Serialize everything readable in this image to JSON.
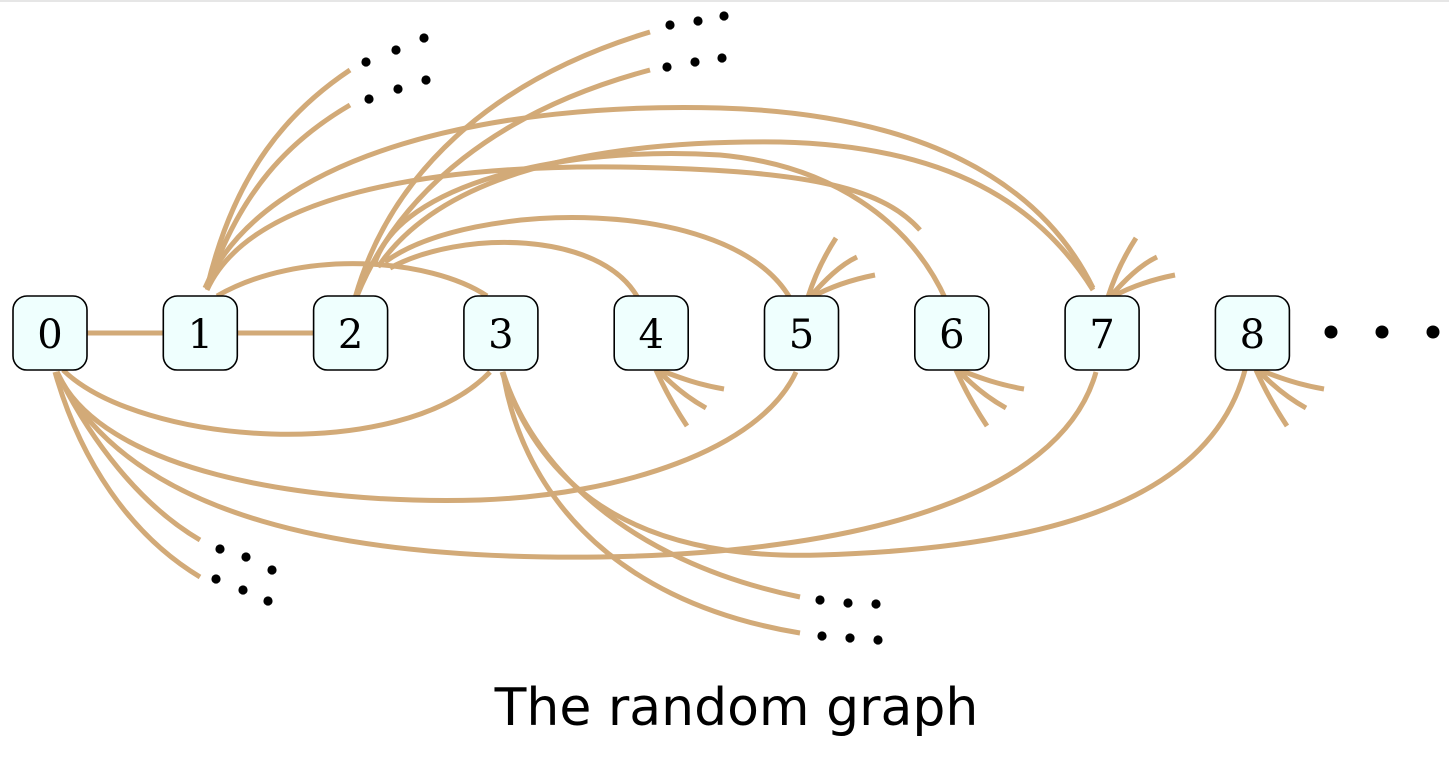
{
  "caption": "The random graph",
  "colors": {
    "edge": "#d2aa78",
    "node_fill": "#effffe",
    "node_stroke": "#000000",
    "text": "#000000"
  },
  "nodes": [
    {
      "id": 0,
      "label": "0"
    },
    {
      "id": 1,
      "label": "1"
    },
    {
      "id": 2,
      "label": "2"
    },
    {
      "id": 3,
      "label": "3"
    },
    {
      "id": 4,
      "label": "4"
    },
    {
      "id": 5,
      "label": "5"
    },
    {
      "id": 6,
      "label": "6"
    },
    {
      "id": 7,
      "label": "7"
    },
    {
      "id": 8,
      "label": "8"
    }
  ],
  "edges": [
    [
      0,
      1
    ],
    [
      1,
      2
    ],
    [
      1,
      3
    ],
    [
      2,
      4
    ],
    [
      2,
      5
    ],
    [
      2,
      6
    ],
    [
      1,
      6
    ],
    [
      1,
      7
    ],
    [
      2,
      7
    ],
    [
      0,
      3
    ],
    [
      0,
      5
    ],
    [
      0,
      7
    ],
    [
      3,
      8
    ]
  ],
  "continuation": "nodes continue to the right",
  "open_ends": "unfinished edge stubs continue off from nodes 0–8"
}
